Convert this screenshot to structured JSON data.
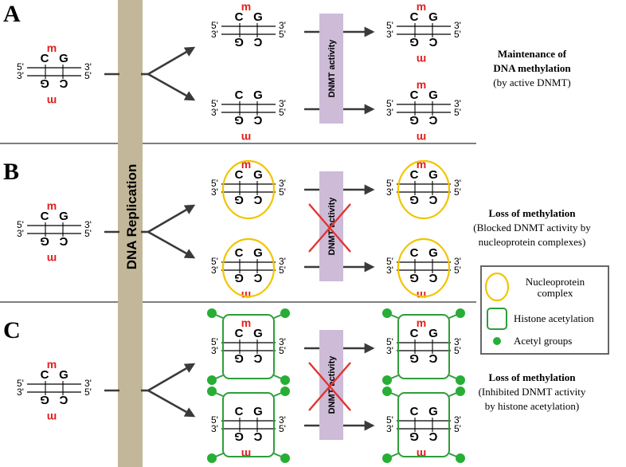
{
  "colors": {
    "pillar": "#c2b798",
    "dnmt_box": "#cdbbd8",
    "methyl": "#e0201c",
    "nucleoprotein": "#f2c400",
    "acetylation": "#2e9e3a",
    "acetyl_dot": "#27ae35",
    "cross": "#e03530",
    "arrow": "#3a3a3a"
  },
  "replication_label": "DNA Replication",
  "dnmt_label": "DNMT activity",
  "dna": {
    "five_prime": "5'",
    "three_prime": "3'",
    "c": "C",
    "g": "G",
    "m": "m"
  },
  "sections": [
    {
      "letter": "A",
      "caption_lines": [
        "Maintenance of",
        "DNA methylation",
        "(by active DNMT)"
      ],
      "blocked": false,
      "complex": "none"
    },
    {
      "letter": "B",
      "caption_lines": [
        "Loss of methylation",
        "(Blocked DNMT activity by",
        "nucleoprotein complexes)"
      ],
      "blocked": true,
      "complex": "nucleoprotein"
    },
    {
      "letter": "C",
      "caption_lines": [
        "Loss of methylation",
        "(Inhibited DNMT activity",
        "by histone acetylation)"
      ],
      "blocked": true,
      "complex": "acetylation"
    }
  ],
  "legend": {
    "items": [
      {
        "icon": "nucleoprotein-complex-icon",
        "lines": [
          "Nucleoprotein",
          "complex"
        ]
      },
      {
        "icon": "histone-acetylation-icon",
        "lines": [
          "Histone acetylation"
        ]
      },
      {
        "icon": "acetyl-group-icon",
        "lines": [
          "Acetyl groups"
        ]
      }
    ]
  }
}
